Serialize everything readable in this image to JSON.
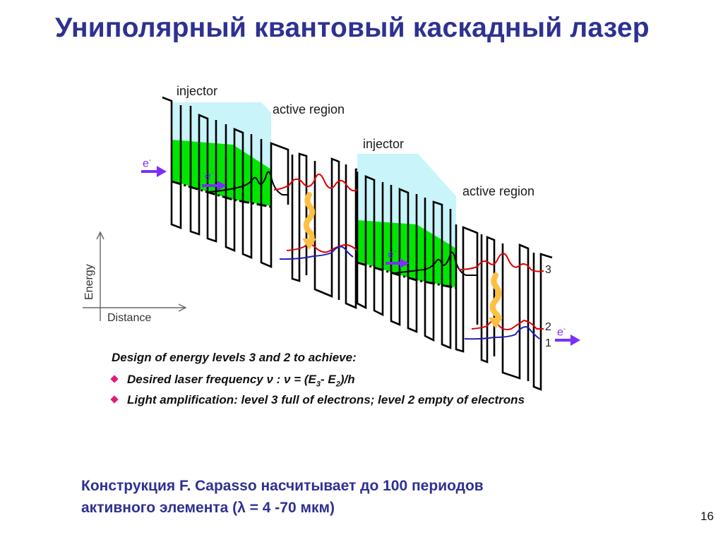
{
  "slide": {
    "title": "Униполярный квантовый каскадный лазер",
    "page_number": "16"
  },
  "diagram": {
    "labels": {
      "injector_1": "injector",
      "active_region_1": "active region",
      "injector_2": "injector",
      "active_region_2": "active region",
      "electron": "e",
      "electron_charge": "-",
      "level_3": "3",
      "level_2": "2",
      "level_1": "1"
    },
    "axes": {
      "y_label": "Energy",
      "x_label": "Distance"
    },
    "colors": {
      "injector_fill": "#c8f4fa",
      "miniband_fill": "#00e600",
      "level3_wave": "#e00000",
      "level1_wave": "#1f1fb4",
      "photon": "#ffbf40",
      "electron_arrow": "#7b2ff7",
      "title": "#2e3192",
      "bullet": "#e6197a"
    }
  },
  "content": {
    "design_heading": "Design of energy levels  3 and 2 to achieve:",
    "bullets": [
      {
        "text": "Desired laser frequency ν :     ν = (E",
        "sub1": "3",
        "mid": "- E",
        "sub2": "2",
        "tail": ")/h"
      },
      {
        "text": "Light amplification: level 3 full of electrons; level 2 empty of electrons"
      }
    ]
  },
  "footer": {
    "line1": "Конструкция F. Capasso насчитывает до 100 периодов",
    "line2": "активного элемента (λ = 4 -70 мкм)"
  }
}
